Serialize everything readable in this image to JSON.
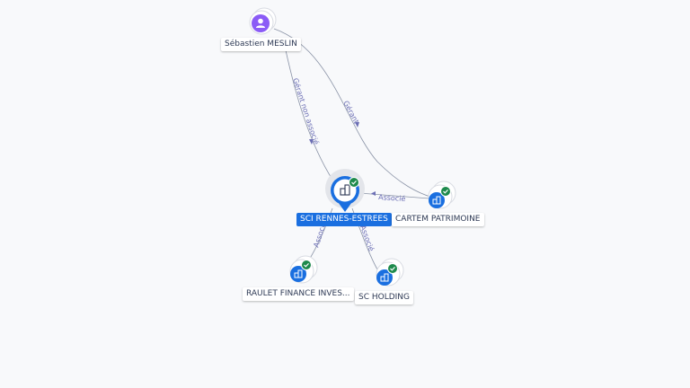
{
  "colors": {
    "person": "#8b5cf6",
    "company": "#1a6fe0",
    "check": "#1e8a4c",
    "edge": "#8a93a6",
    "edge_label": "#6c6fb5",
    "focus_halo": "#d4d7dd"
  },
  "nodes": {
    "person": {
      "label": "Sébastien MESLIN",
      "icon": "person-icon"
    },
    "focus": {
      "label": "SCI RENNES-ESTREES",
      "icon": "building-icon"
    },
    "cartem": {
      "label": "CARTEM PATRIMOINE",
      "icon": "building-icon"
    },
    "raulet": {
      "label": "RAULET FINANCE INVES...",
      "icon": "building-icon"
    },
    "holding": {
      "label": "SC HOLDING",
      "icon": "building-icon"
    }
  },
  "edges": {
    "person_focus": "Gérant non associé",
    "person_cartem": "Gérant",
    "cartem_focus": "Associé",
    "focus_raulet": "Associé",
    "focus_holding": "Associé"
  }
}
